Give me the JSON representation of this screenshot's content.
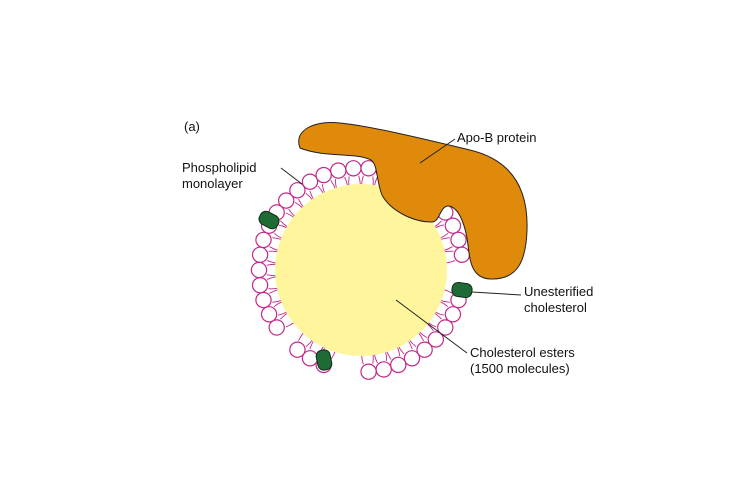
{
  "figure": {
    "panel_label": "(a)",
    "colors": {
      "core": "#fff59d",
      "protein": "#e08a0c",
      "cholesterol": "#1f6b35",
      "headgroup_outline": "#c2288a",
      "tail": "#c2288a"
    },
    "labels": {
      "phospholipid": [
        "Phospholipid",
        "monolayer"
      ],
      "apo_b": "Apo-B protein",
      "unesterified": [
        "Unesterified",
        "cholesterol"
      ],
      "esters": [
        "Cholesterol esters",
        "(1500 molecules)"
      ]
    }
  }
}
